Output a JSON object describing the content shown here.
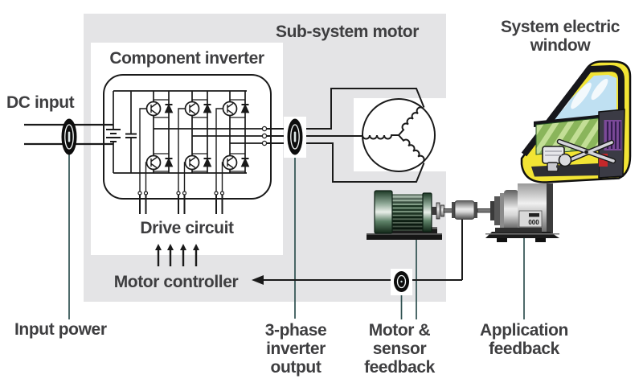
{
  "labels": {
    "dc_input": "DC input",
    "component_inverter": "Component inverter",
    "sub_system_motor": "Sub-system motor",
    "system_electric_window": "System electric\nwindow",
    "drive_circuit": "Drive circuit",
    "motor_controller": "Motor controller",
    "input_power": "Input power",
    "three_phase_output": "3-phase\ninverter\noutput",
    "motor_sensor_feedback": "Motor &\nsensor\nfeedback",
    "application_feedback": "Application\nfeedback"
  },
  "device": {
    "display": "000"
  },
  "colors": {
    "panel_gray": "#e4e4e6",
    "label_text": "#3e3e40",
    "wire_black": "#1a1a1a",
    "sensor_line_teal": "#2e5050",
    "motor_green_dark": "#15301d",
    "motor_green_light": "#84a289",
    "door_yellow": "#f2e434",
    "window_blue": "#bfe0f2",
    "pane_green": "#8ab55b",
    "grille_purple": "#7c4a99",
    "accent_red": "#c4272a"
  }
}
